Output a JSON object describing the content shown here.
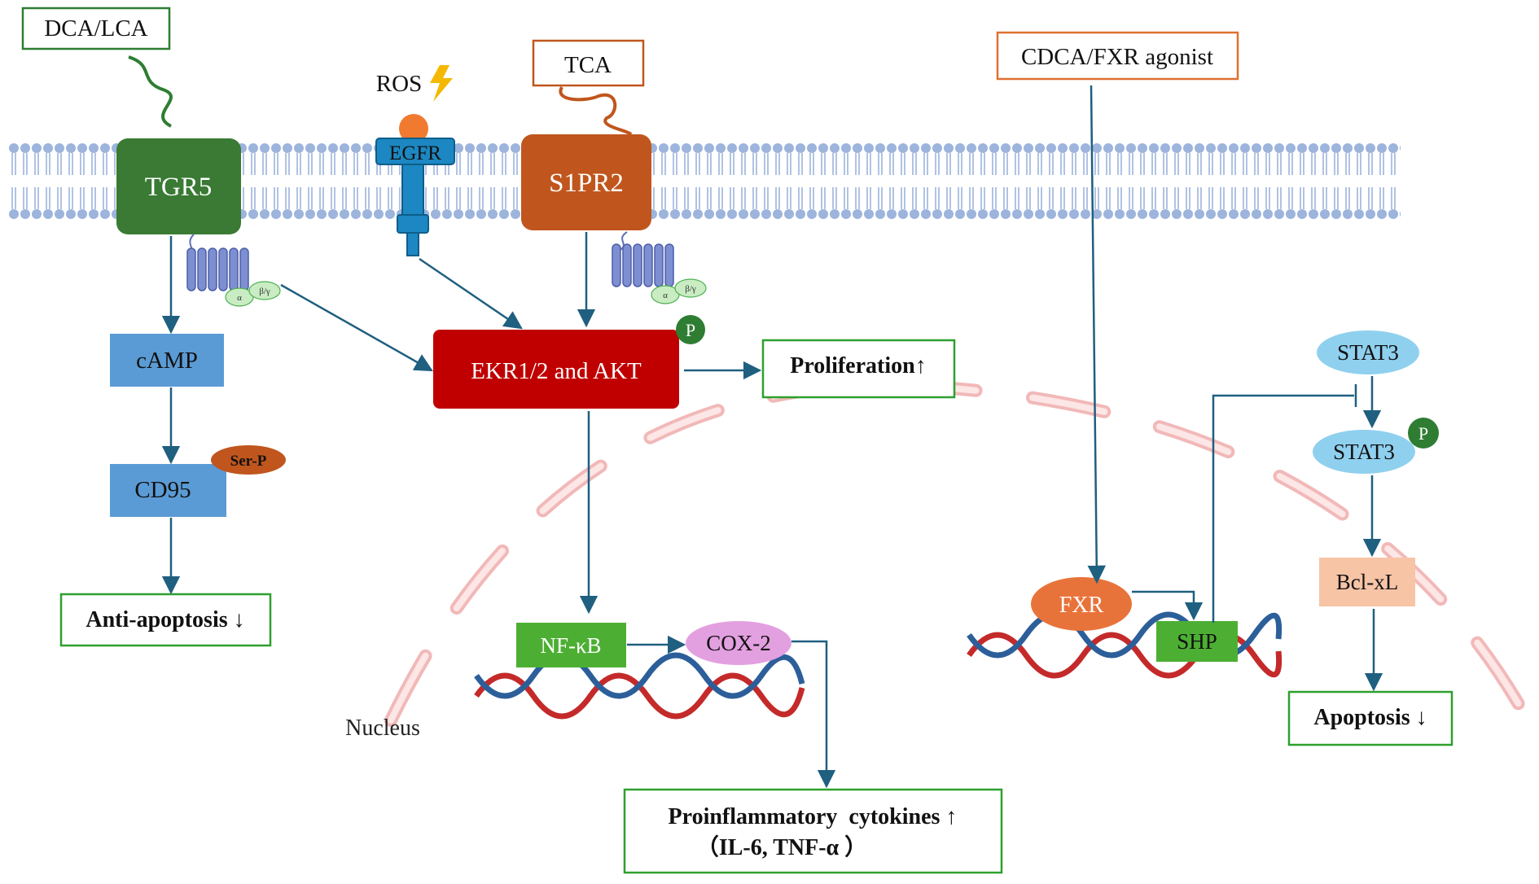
{
  "ligands": {
    "dca_lca": "DCA/LCA",
    "ros": "ROS",
    "tca": "TCA",
    "cdca": "CDCA/FXR agonist"
  },
  "receptors": {
    "tgr5": "TGR5",
    "egfr": "EGFR",
    "s1pr2": "S1PR2",
    "g_alpha": "α",
    "g_beta_gamma": "β/γ"
  },
  "nodes": {
    "camp": "cAMP",
    "cd95": "CD95",
    "ser_p": "Ser-P",
    "ekr_akt": "EKR1/2 and AKT",
    "phospho": "P",
    "nfkb": "NF-κB",
    "cox2": "COX-2",
    "fxr": "FXR",
    "shp": "SHP",
    "stat3": "STAT3",
    "stat3_p": "STAT3",
    "bclxl": "Bcl-xL",
    "nucleus": "Nucleus"
  },
  "outcomes": {
    "anti_apoptosis": "Anti-apoptosis ↓",
    "proliferation": "Proliferation↑",
    "cytokines_line1": "Proinflammatory  cytokines ↑",
    "cytokines_line2": "（IL-6, TNF-α ）",
    "apoptosis": "Apoptosis ↓"
  },
  "colors": {
    "membrane": "#9db4dc",
    "arrow": "#1f5f80",
    "tgr5": "#3a7a34",
    "s1pr2": "#c0561d",
    "ekr": "#c00000",
    "camp": "#5b9bd5",
    "outcome_border": "#2ea02e",
    "dca_border": "#2e7d32",
    "tca_border": "#c0561d",
    "cdca_border": "#e07030",
    "nfkb": "#4caf33",
    "cox2": "#e3a0e0",
    "fxr": "#e8733a",
    "shp": "#4caf33",
    "stat3": "#8fd0ef",
    "bclxl": "#f7c4a6",
    "phospho": "#2e7d32",
    "nucleus_dash": "#f2b8b8",
    "dna_red": "#c42a2a",
    "dna_blue": "#2c5f9a"
  }
}
